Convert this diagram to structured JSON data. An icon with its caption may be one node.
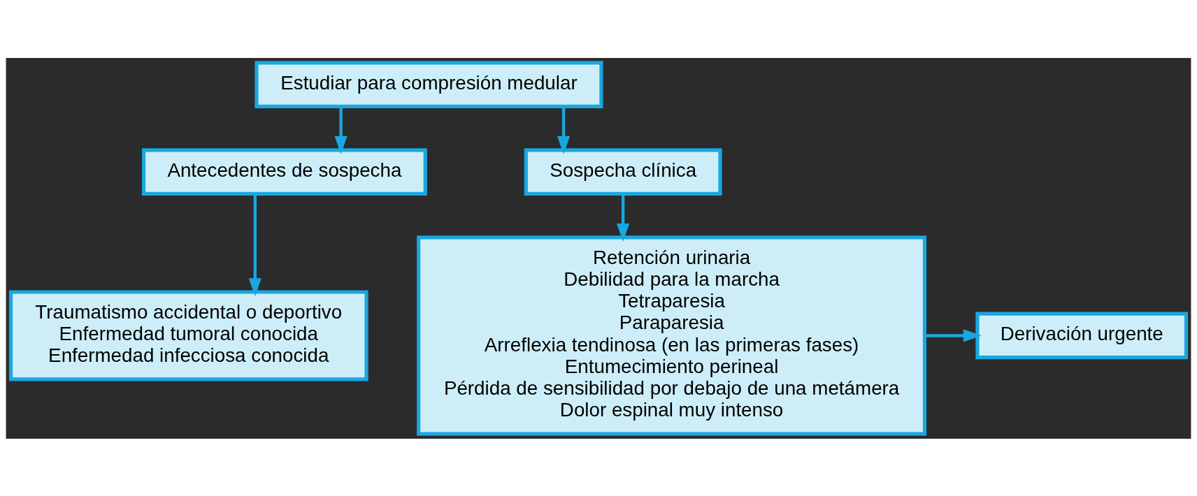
{
  "diagram": {
    "nodes": [
      {
        "text": [
          "Estudiar para compresión medular"
        ]
      },
      {
        "text": [
          "Antecedentes de sospecha"
        ]
      },
      {
        "text": [
          "Sospecha clínica"
        ]
      },
      {
        "text": [
          "Traumatismo accidental o deportivo",
          "Enfermedad tumoral conocida",
          "Enfermedad infecciosa conocida"
        ]
      },
      {
        "text": [
          "Retención urinaria",
          "Debilidad para la marcha",
          "Tetraparesia",
          "Paraparesia",
          "Arreflexia tendinosa (en las primeras fases)",
          "Entumecimiento perineal",
          "Pérdida de sensibilidad por debajo de una metámera",
          "Dolor espinal muy intenso"
        ]
      },
      {
        "text": [
          "Derivación urgente"
        ]
      }
    ],
    "edges": [
      {
        "from": 0,
        "to": 1,
        "arrow": "to"
      },
      {
        "from": 0,
        "to": 2,
        "arrow": "to"
      },
      {
        "from": 1,
        "to": 3,
        "arrow": "to"
      },
      {
        "from": 2,
        "to": 4,
        "arrow": "to"
      },
      {
        "from": 4,
        "to": 5,
        "arrow": "to"
      }
    ]
  }
}
